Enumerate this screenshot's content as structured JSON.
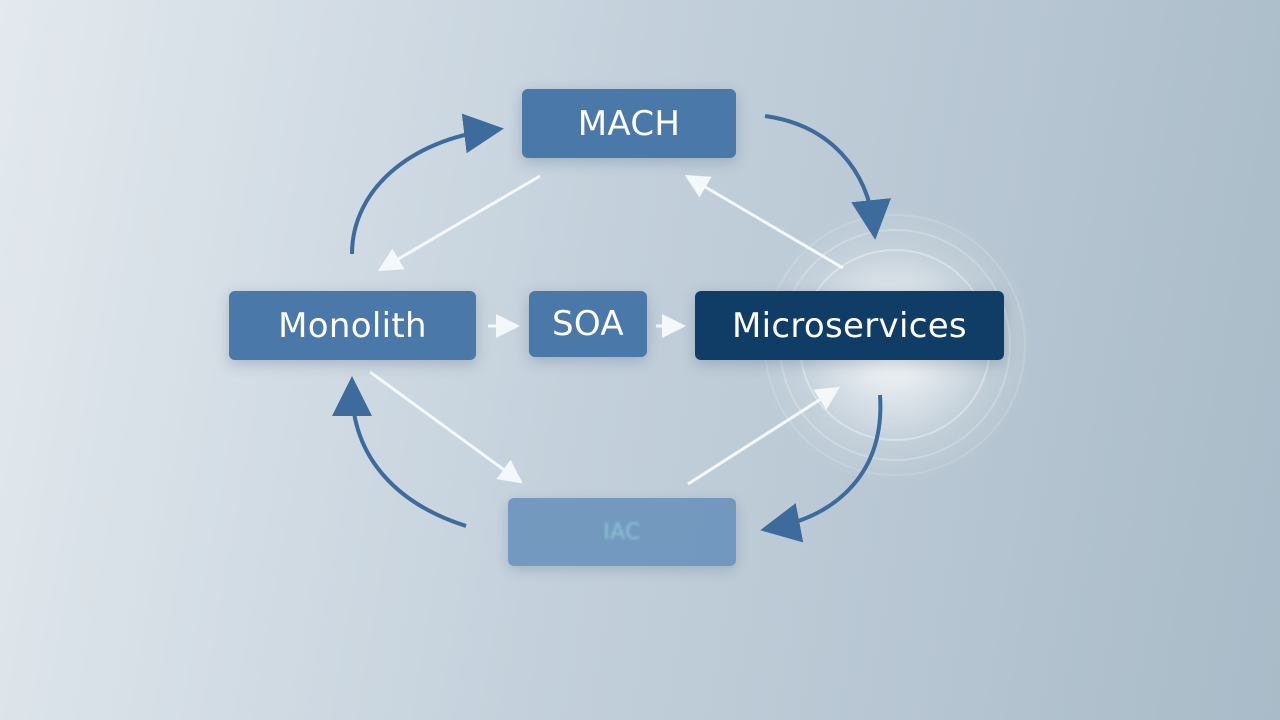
{
  "colors": {
    "node_mid": "#4a78a8",
    "node_dark": "#0f3d66",
    "node_faded": "#6690bb",
    "arrow_curved": "#3d6b9c",
    "arrow_straight": "#f4f8fb",
    "glow": "#ffffff"
  },
  "nodes": {
    "mach": "MACH",
    "monolith": "Monolith",
    "soa": "SOA",
    "microservices": "Microservices",
    "bottom": "IAC"
  }
}
